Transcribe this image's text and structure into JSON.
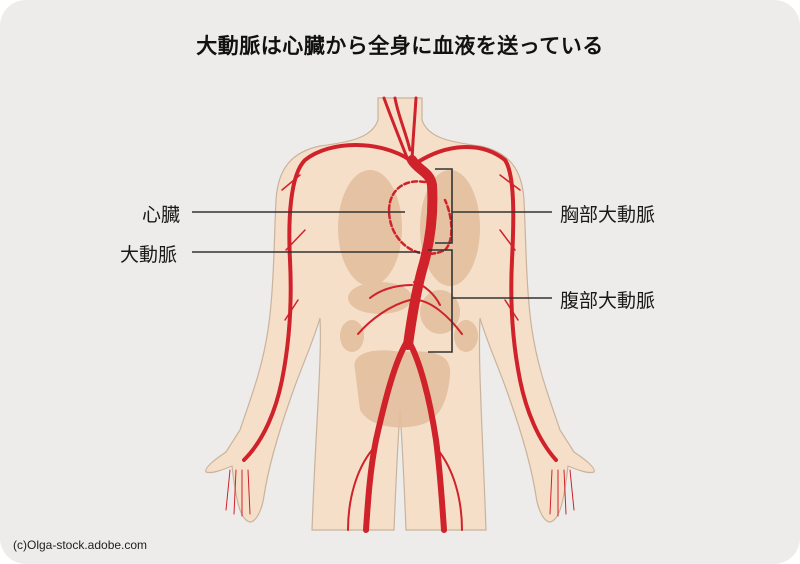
{
  "title": "大動脈は心臓から全身に血液を送っている",
  "labels": {
    "heart": "心臓",
    "aorta": "大動脈",
    "thoracic_aorta": "胸部大動脈",
    "abdominal_aorta": "腹部大動脈"
  },
  "credit": "(c)Olga-stock.adobe.com",
  "colors": {
    "background": "#edecea",
    "skin": "#f6dfc8",
    "skin_outline": "#c9b39c",
    "organ": "#e3bf9e",
    "artery": "#d0222a",
    "leader_line": "#333333"
  }
}
